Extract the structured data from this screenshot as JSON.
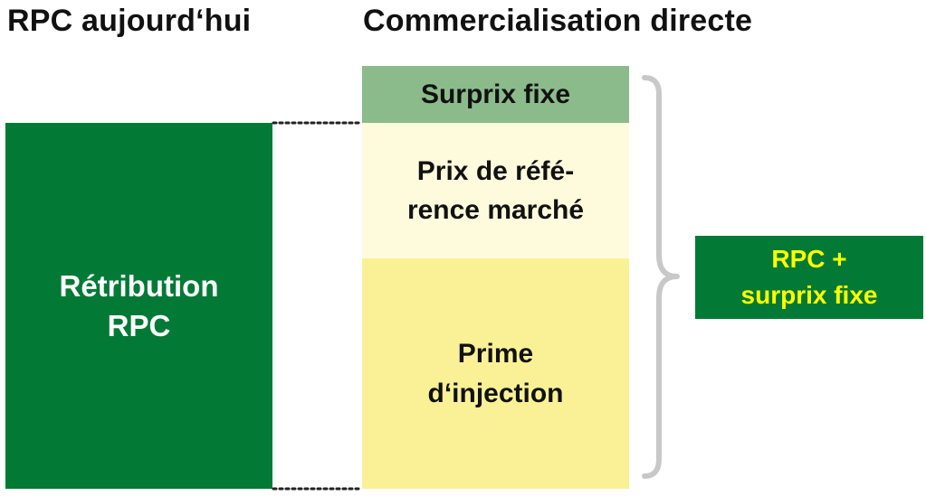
{
  "headings": {
    "left": "RPC aujourd‘hui",
    "right": "Commercialisation directe"
  },
  "left_block": {
    "lines": [
      "Rétribution",
      "RPC"
    ],
    "color": "#027a36"
  },
  "stack": {
    "top": {
      "lines": [
        "Surprix fixe"
      ],
      "color": "#8bbb8b"
    },
    "middle": {
      "lines": [
        "Prix de réfé-",
        "rence marché"
      ],
      "color": "#fefbdc"
    },
    "bottom": {
      "lines": [
        "Prime",
        "d‘injection"
      ],
      "color": "#faf196"
    }
  },
  "result_block": {
    "lines": [
      "RPC +",
      "surprix fixe"
    ],
    "color": "#027a36",
    "text_color": "#ffff00"
  },
  "connectors": {
    "style": "dotted",
    "brace_color": "#c8c8c8"
  }
}
